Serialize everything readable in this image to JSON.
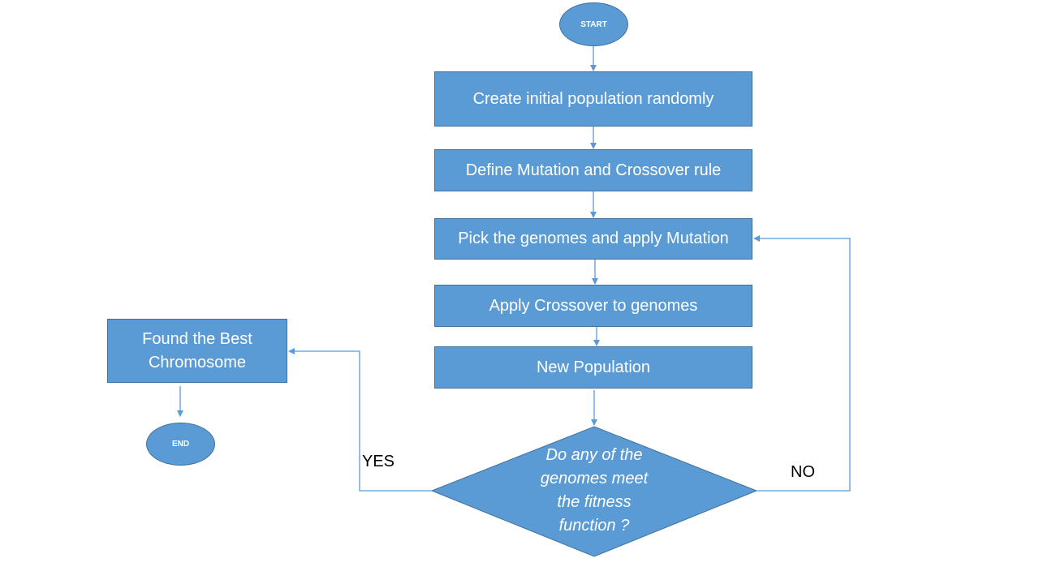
{
  "nodes": {
    "start": "START",
    "create_population": "Create initial population randomly",
    "define_rules": "Define Mutation and Crossover rule",
    "apply_mutation": "Pick the genomes and apply Mutation",
    "apply_crossover": "Apply Crossover to genomes",
    "new_population": "New Population",
    "fitness_check": "Do any of the\ngenomes  meet\nthe fitness\nfunction ?",
    "found_best": "Found the Best\nChromosome",
    "end": "END"
  },
  "edges": {
    "yes_label": "YES",
    "no_label": "NO"
  },
  "colors": {
    "fill": "#5b9bd5",
    "border": "#41719c",
    "line": "#5b9bd5"
  }
}
